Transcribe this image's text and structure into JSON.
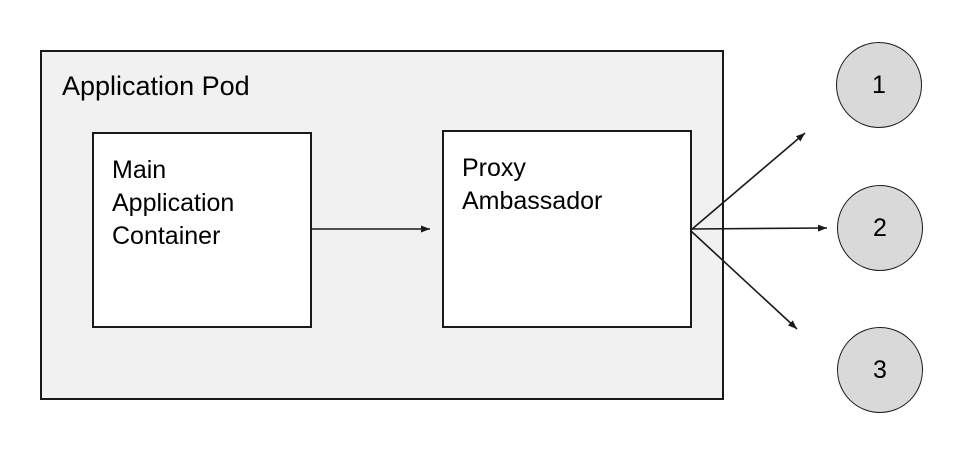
{
  "diagram": {
    "pod": {
      "label": "Application Pod"
    },
    "boxes": {
      "main": {
        "label": "Main Application Container"
      },
      "proxy": {
        "label": "Proxy Ambassador"
      }
    },
    "endpoints": [
      {
        "label": "1"
      },
      {
        "label": "2"
      },
      {
        "label": "3"
      }
    ],
    "arrows": [
      {
        "from": "main-application-container",
        "to": "proxy-ambassador"
      },
      {
        "from": "proxy-ambassador",
        "to": "endpoint-1"
      },
      {
        "from": "proxy-ambassador",
        "to": "endpoint-2"
      },
      {
        "from": "proxy-ambassador",
        "to": "endpoint-3"
      }
    ],
    "colors": {
      "pod_fill": "#f1f1f2",
      "box_fill": "#ffffff",
      "endpoint_fill": "#d9d9d9",
      "stroke": "#1a1a1a"
    }
  }
}
